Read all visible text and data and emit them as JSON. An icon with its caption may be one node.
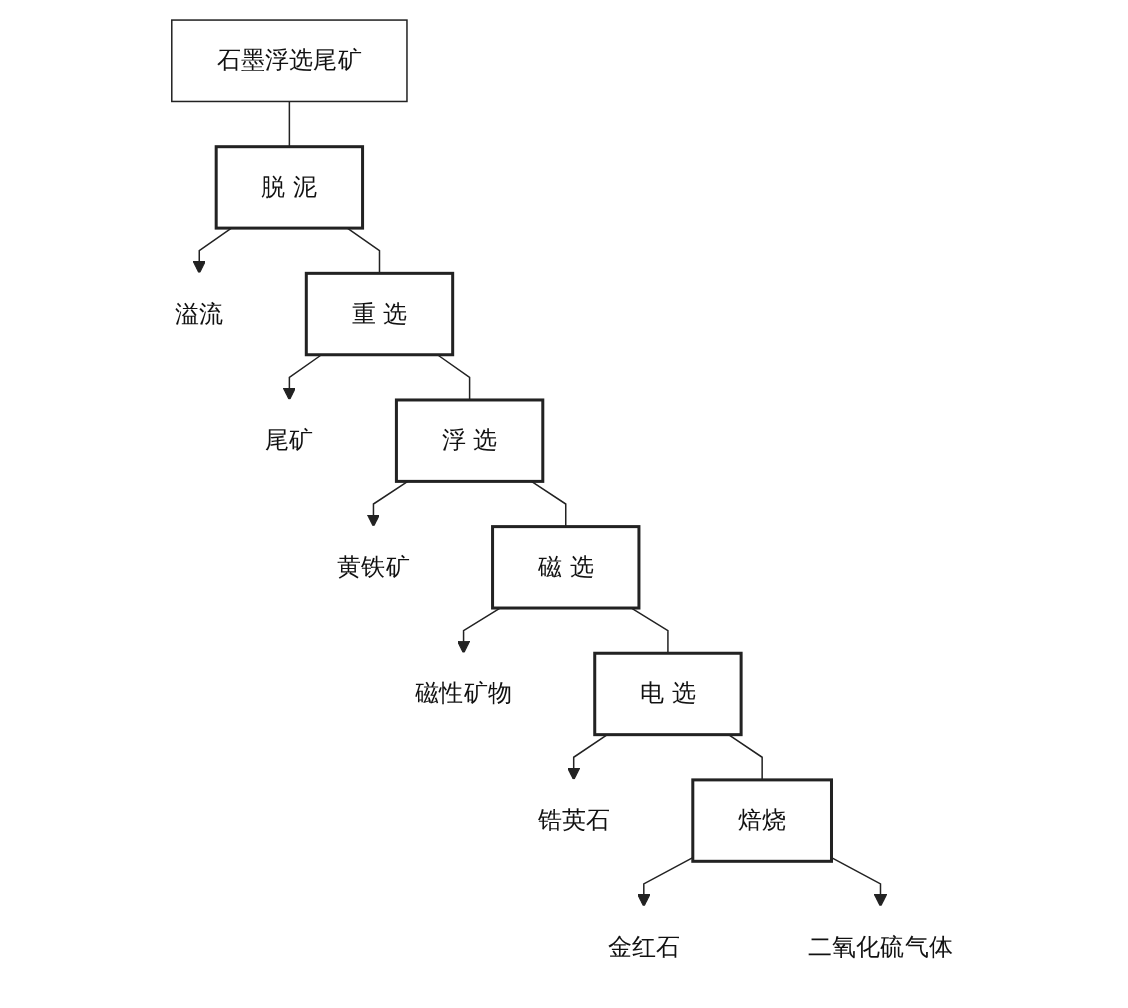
{
  "diagram": {
    "nodes": [
      {
        "text": [
          "石墨浮选尾矿"
        ]
      },
      {
        "text": [
          "脱 泥"
        ]
      },
      {
        "text": [
          "溢流"
        ]
      },
      {
        "text": [
          "重 选"
        ]
      },
      {
        "text": [
          "尾矿"
        ]
      },
      {
        "text": [
          "浮 选"
        ]
      },
      {
        "text": [
          "黄铁矿"
        ]
      },
      {
        "text": [
          "磁 选"
        ]
      },
      {
        "text": [
          "磁性矿物"
        ]
      },
      {
        "text": [
          "电 选"
        ]
      },
      {
        "text": [
          "锆英石"
        ]
      },
      {
        "text": [
          "焙烧"
        ]
      },
      {
        "text": [
          "金红石"
        ]
      },
      {
        "text": [
          "二氧化硫气体"
        ]
      }
    ],
    "edges": [
      {
        "from": 0,
        "to": 1,
        "arrow": "none"
      },
      {
        "from": 1,
        "to": 3,
        "arrow": "none"
      },
      {
        "from": 1,
        "to": 2,
        "arrow": "to"
      },
      {
        "from": 3,
        "to": 5,
        "arrow": "none"
      },
      {
        "from": 3,
        "to": 4,
        "arrow": "to"
      },
      {
        "from": 5,
        "to": 6,
        "arrow": "to"
      },
      {
        "from": 5,
        "to": 7,
        "arrow": "none"
      },
      {
        "from": 7,
        "to": 8,
        "arrow": "to"
      },
      {
        "from": 7,
        "to": 9,
        "arrow": "none"
      },
      {
        "from": 9,
        "to": 11,
        "arrow": "none"
      },
      {
        "from": 9,
        "to": 10,
        "arrow": "to"
      },
      {
        "from": 11,
        "to": 12,
        "arrow": "to"
      },
      {
        "from": 11,
        "to": 13,
        "arrow": "to"
      }
    ]
  }
}
